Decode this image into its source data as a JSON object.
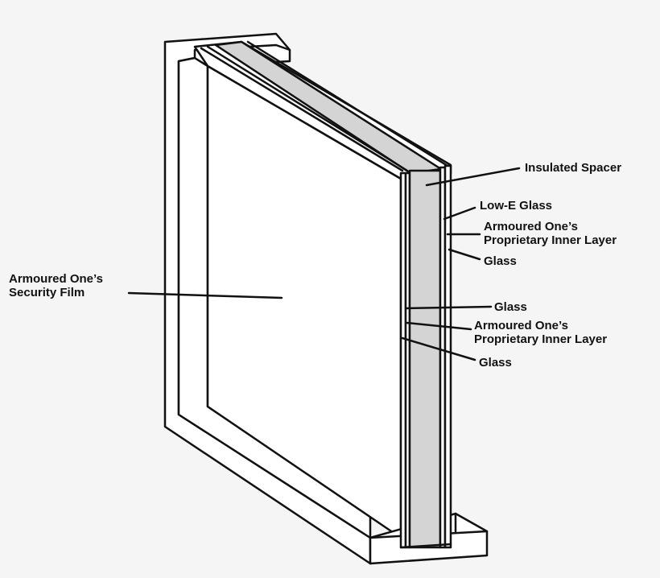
{
  "colors": {
    "background": "#f5f5f5",
    "outline": "#111111",
    "spacer_fill": "#d4d4d4",
    "panel_fill": "#ffffff"
  },
  "labels": {
    "insulated_spacer": "Insulated Spacer",
    "low_e_glass": "Low-E Glass",
    "proprietary_upper_line1": "Armoured One’s",
    "proprietary_upper_line2": "Proprietary Inner Layer",
    "glass_upper": "Glass",
    "security_film_line1": "Armoured One’s",
    "security_film_line2": "Security Film",
    "glass_middle": "Glass",
    "proprietary_lower_line1": "Armoured One’s",
    "proprietary_lower_line2": "Proprietary Inner Layer",
    "glass_lower": "Glass"
  }
}
